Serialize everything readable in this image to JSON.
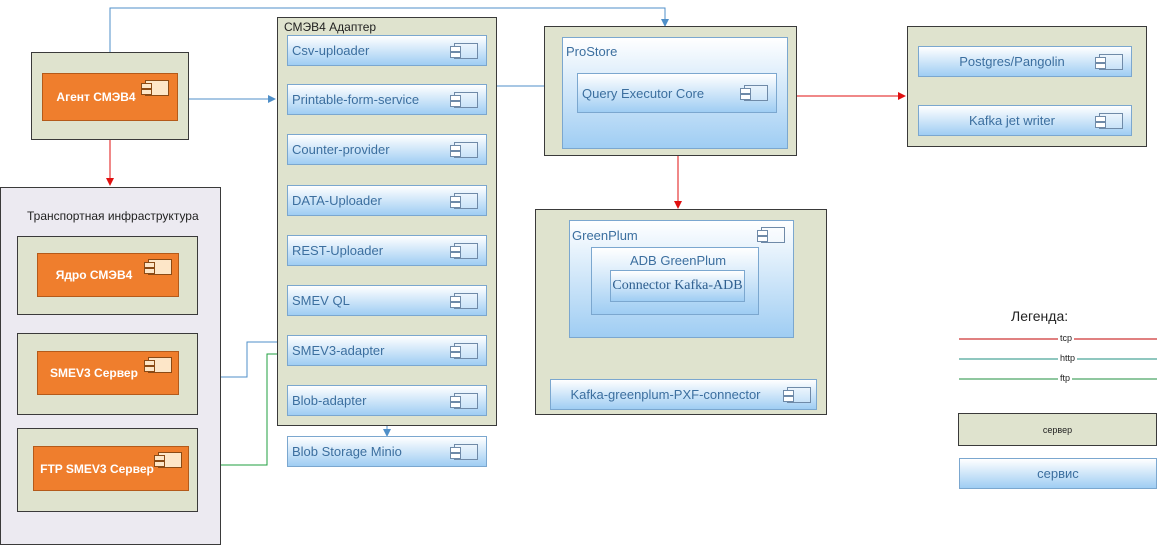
{
  "agent": {
    "label": "Агент СМЭВ4"
  },
  "adapter": {
    "title": "СМЭВ4 Адаптер",
    "services": [
      "Csv-uploader",
      "Printable-form-service",
      "Counter-provider",
      "DATA-Uploader",
      "REST-Uploader",
      "SMEV QL",
      "SMEV3-adapter",
      "Blob-adapter"
    ]
  },
  "blob_storage": {
    "label": "Blob Storage Minio"
  },
  "transport": {
    "title": "Транспортная инфраструктура",
    "items": [
      "Ядро СМЭВ4",
      "SMEV3 Сервер",
      "FTP SMEV3 Сервер"
    ]
  },
  "prostore": {
    "title": "ProStore",
    "core": "Query Executor Core"
  },
  "postgres": {
    "label": "Postgres/Pangolin"
  },
  "kafka_writer": {
    "label": "Kafka jet writer"
  },
  "greenplum": {
    "title": "GreenPlum",
    "adb": "ADB GreenPlum",
    "connector": "Connector Kafka-ADB",
    "pxf": "Kafka-greenplum-PXF-connector"
  },
  "legend": {
    "title": "Легенда:",
    "lines": [
      {
        "label": "tcp",
        "color": "#c00000"
      },
      {
        "label": "http",
        "color": "#1f8f7f"
      },
      {
        "label": "ftp",
        "color": "#1f8f3f"
      }
    ],
    "server_label": "сервер",
    "service_label": "сервис"
  },
  "colors": {
    "tcp": "#e01010",
    "http": "#4f8fc8",
    "ftp": "#1f9f3f"
  }
}
